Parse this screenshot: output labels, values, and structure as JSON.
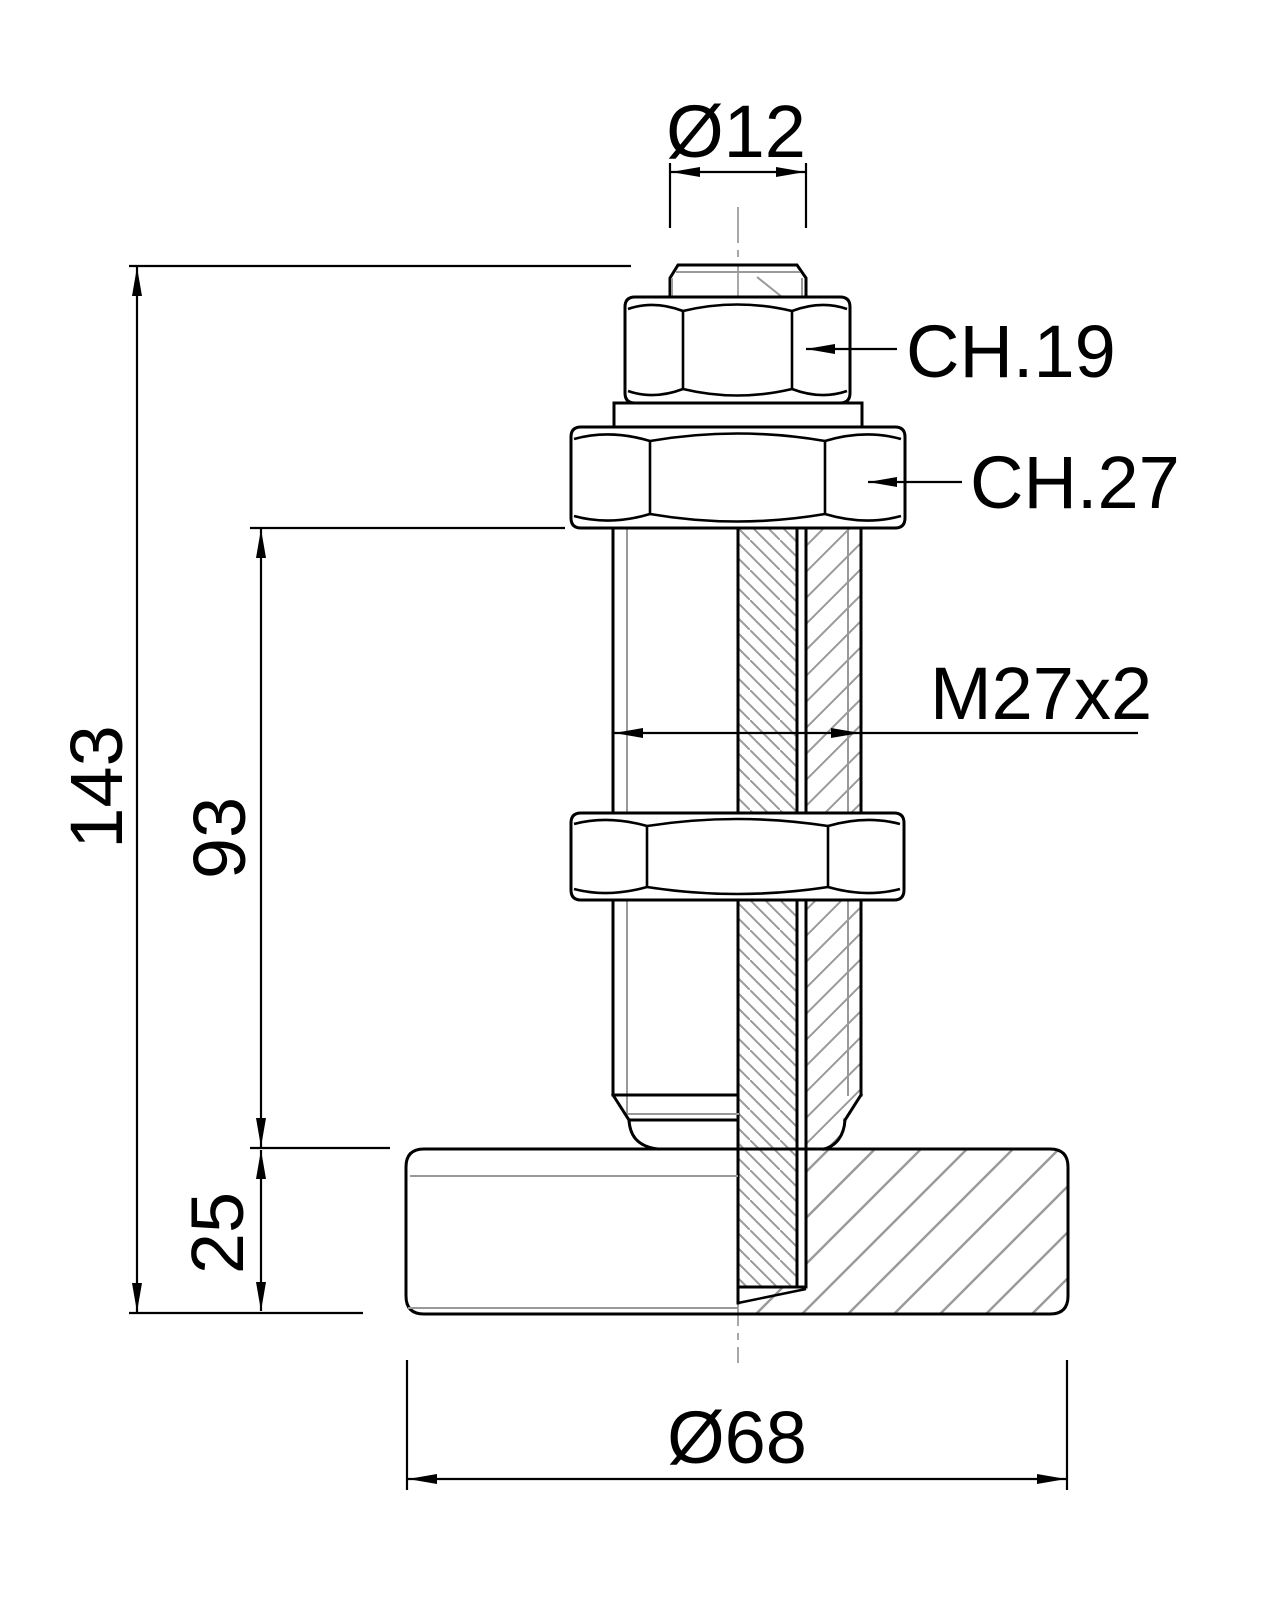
{
  "drawing": {
    "title": "Levelling foot technical drawing, front view with half section",
    "labels": {
      "stud_tip_diameter": "Ø12",
      "top_nut_wrench": "CH.19",
      "mid_nut_wrench": "CH.27",
      "thread_spec": "M27x2",
      "overall_height": "143",
      "stud_length": "93",
      "base_thickness": "25",
      "base_diameter": "Ø68"
    },
    "colors": {
      "outline": "#000000",
      "thin_line": "#999999",
      "centerline": "#a8a8a8",
      "background": "#ffffff"
    }
  }
}
